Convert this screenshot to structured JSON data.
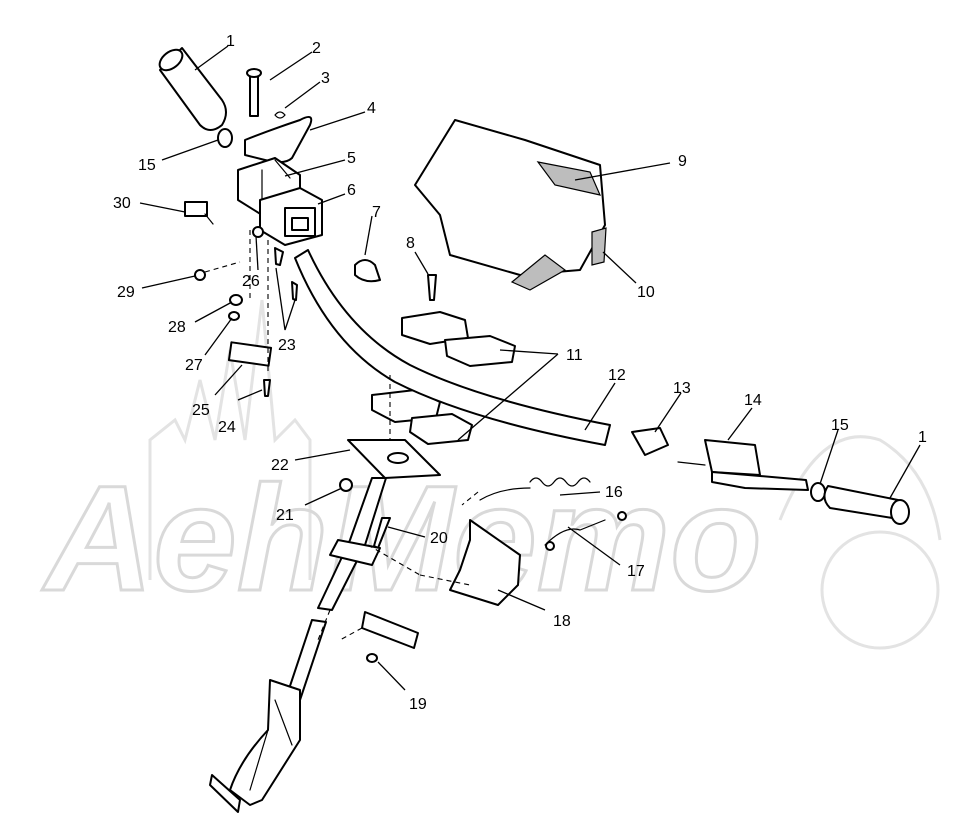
{
  "watermark": {
    "text": "AehMemo"
  },
  "callouts": {
    "1": "1",
    "2": "2",
    "3": "3",
    "4": "4",
    "5": "5",
    "6": "6",
    "7": "7",
    "8": "8",
    "9": "9",
    "10": "10",
    "11": "11",
    "12": "12",
    "13": "13",
    "14": "14",
    "15": "15",
    "16": "16",
    "17": "17",
    "18": "18",
    "19": "19",
    "20": "20",
    "21": "21",
    "22": "22",
    "23": "23",
    "24": "24",
    "25": "25",
    "26": "26",
    "27": "27",
    "28": "28",
    "29": "29",
    "30": "30"
  },
  "colors": {
    "line": "#000000",
    "background": "#ffffff",
    "stipple": "#bdbdbd",
    "watermark": "#d9d9d9"
  }
}
